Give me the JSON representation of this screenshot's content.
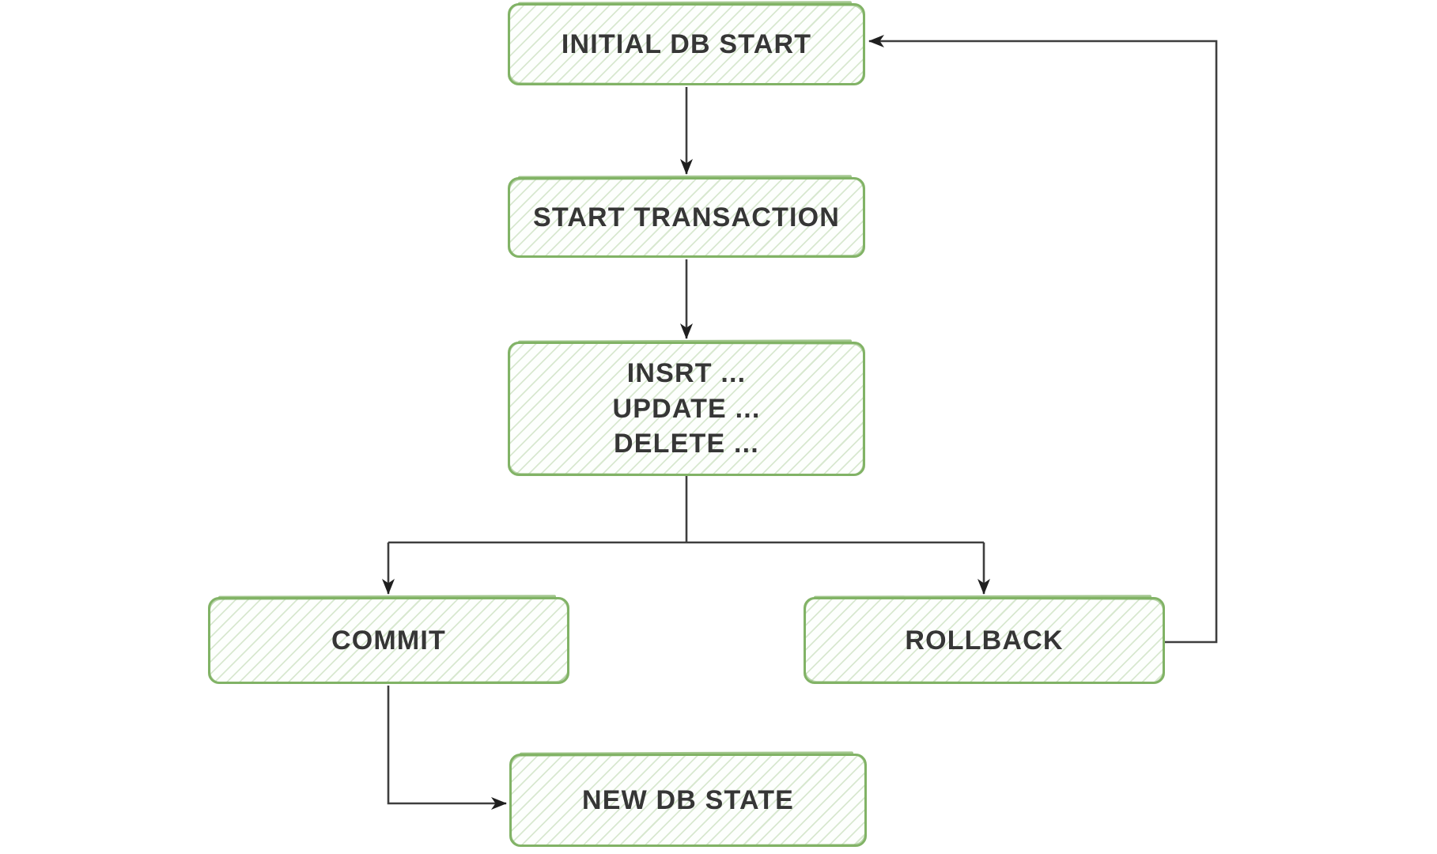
{
  "diagram": {
    "type": "flowchart",
    "topic": "database transaction lifecycle",
    "nodes": {
      "initial": {
        "label": "INITIAL DB START"
      },
      "start_txn": {
        "label": "START TRANSACTION"
      },
      "dml": {
        "lines": [
          "INSRT ...",
          "UPDATE ...",
          "DELETE ..."
        ]
      },
      "commit": {
        "label": "COMMIT"
      },
      "rollback": {
        "label": "ROLLBACK"
      },
      "new_state": {
        "label": "NEW DB STATE"
      }
    },
    "edges": [
      {
        "from": "INITIAL DB START",
        "to": "START TRANSACTION"
      },
      {
        "from": "START TRANSACTION",
        "to": "INSRT / UPDATE / DELETE"
      },
      {
        "from": "INSRT / UPDATE / DELETE",
        "to": "COMMIT"
      },
      {
        "from": "INSRT / UPDATE / DELETE",
        "to": "ROLLBACK"
      },
      {
        "from": "COMMIT",
        "to": "NEW DB STATE"
      },
      {
        "from": "ROLLBACK",
        "to": "INITIAL DB START"
      }
    ],
    "colors": {
      "node_border": "#82b366",
      "node_hatch": "#c9e0c4",
      "node_fill": "#fdfffd",
      "text": "#363636",
      "connector": "#3e3e3e",
      "arrowhead": "#1f1f1f",
      "background": "#ffffff"
    }
  }
}
